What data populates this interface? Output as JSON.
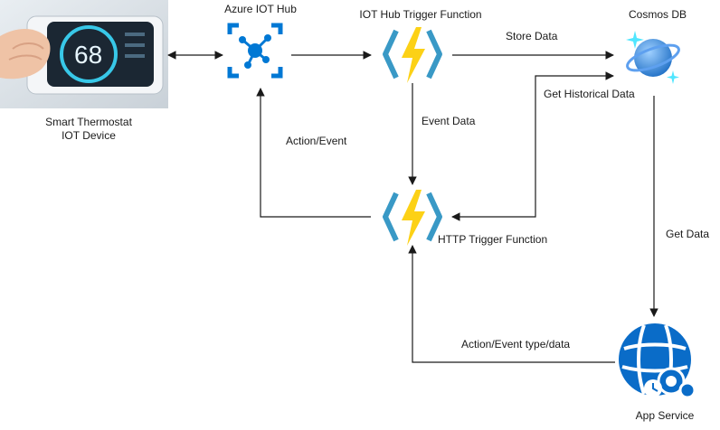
{
  "nodes": {
    "device": {
      "label_line1": "Smart Thermostat",
      "label_line2": "IOT Device",
      "display_temp": "68"
    },
    "iot_hub": {
      "label": "Azure IOT Hub"
    },
    "iot_trigger": {
      "label": "IOT Hub Trigger Function"
    },
    "cosmos": {
      "label": "Cosmos DB"
    },
    "http_trigger": {
      "label": "HTTP Trigger Function"
    },
    "app_service": {
      "label": "App Service"
    }
  },
  "edges": {
    "store_data": "Store Data",
    "get_historical": "Get Historical Data",
    "event_data": "Event Data",
    "action_event": "Action/Event",
    "get_data": "Get Data",
    "action_event_type": "Action/Event type/data"
  },
  "colors": {
    "azure_blue": "#0078d4",
    "func_bolt": "#fcd116",
    "func_bracket": "#3999c6",
    "cosmos_blue": "#5ea0ef",
    "cosmos_sparkle": "#50e6ff",
    "line": "#1a1a1a"
  }
}
